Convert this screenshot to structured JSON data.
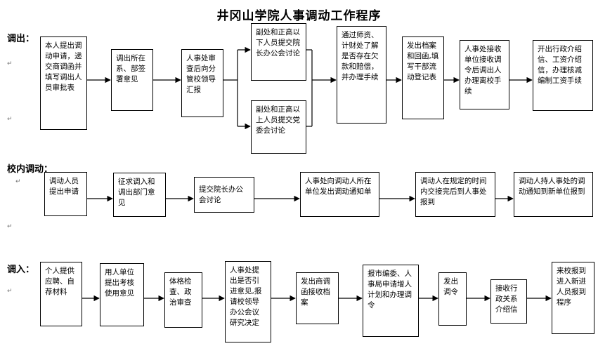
{
  "title": "井冈山学院人事调动工作程序",
  "sections": {
    "out": "调出：",
    "internal": "校内调动：",
    "in": "调入："
  },
  "out_steps": [
    "本人提出调动申请，递交商调函并填写调出人员审批表",
    "调出所在系、部签署意见",
    "人事处审查后向分管校领导汇报",
    "副处和正高以下人员提交院长办公会讨论",
    "副处和正高以上人员提交党委会讨论",
    "通过师资、计财处了解是否存在欠款和赔偿，并办理手续",
    "发出档案和回函,填写干部流动登记表",
    "人事处接收单位接收调令后调出人办理离校手续",
    "开出行政介绍信、工资介绍信，办理核减编制工资手续"
  ],
  "internal_steps": [
    "调动人员提出申请",
    "征求调入和调出部门意见",
    "提交院长办公会讨论",
    "人事处向调动人所在单位发出调动通知单",
    "调动人在规定的时间内交接完后到人事处报到",
    "调动人持人事处的调动通知到新单位报到"
  ],
  "in_steps": [
    "个人提供应聘、自荐材料",
    "用人单位提出考核使用意见",
    "体格检查、政治审查",
    "人事处提出是否引进意见,报请校领导办公会议研究决定",
    "发出商调函接收档案",
    "报市编委、人事局申请增人计划和办理调令",
    "发出调令",
    "接收行政关系介绍信",
    "来校报到进入新进人员报到程序"
  ]
}
